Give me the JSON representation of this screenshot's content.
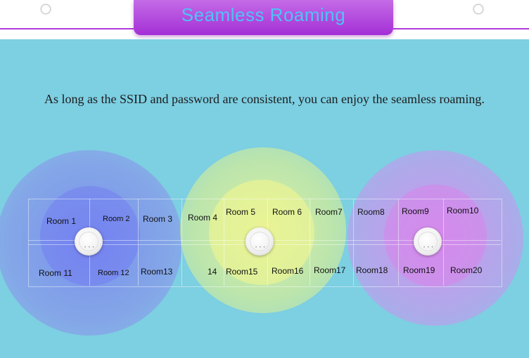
{
  "title": "Seamless Roaming",
  "caption": "As long as the SSID and password are consistent, you can enjoy the seamless roaming.",
  "colors": {
    "title_bar": "#b23ad8",
    "title_text": "#4ec3f5",
    "background": "#7dcfe2",
    "zone_left": "#7c7ef0",
    "zone_middle": "#e6f08a",
    "zone_right": "#d58af0"
  },
  "rooms": {
    "r1": "Room 1",
    "r2": "Room 2",
    "r3": "Room 3",
    "r4": "Room 4",
    "r5": "Room 5",
    "r6": "Room 6",
    "r7": "Room7",
    "r8": "Room8",
    "r9": "Room9",
    "r10": "Room10",
    "r11": "Room 11",
    "r12": "Room 12",
    "r13": "Room13",
    "r14": "14",
    "r15": "Room15",
    "r16": "Room16",
    "r17": "Room17",
    "r18": "Room18",
    "r19": "Room19",
    "r20": "Room20"
  },
  "access_points": [
    "ceiling-ap",
    "ceiling-ap",
    "ceiling-ap"
  ]
}
